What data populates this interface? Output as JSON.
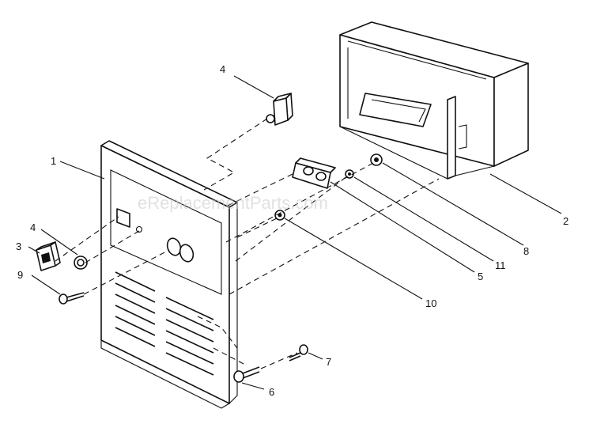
{
  "watermark": "eReplacementParts.com",
  "callouts": [
    "1",
    "2",
    "3",
    "4",
    "4",
    "5",
    "6",
    "7",
    "8",
    "9",
    "10",
    "11"
  ]
}
